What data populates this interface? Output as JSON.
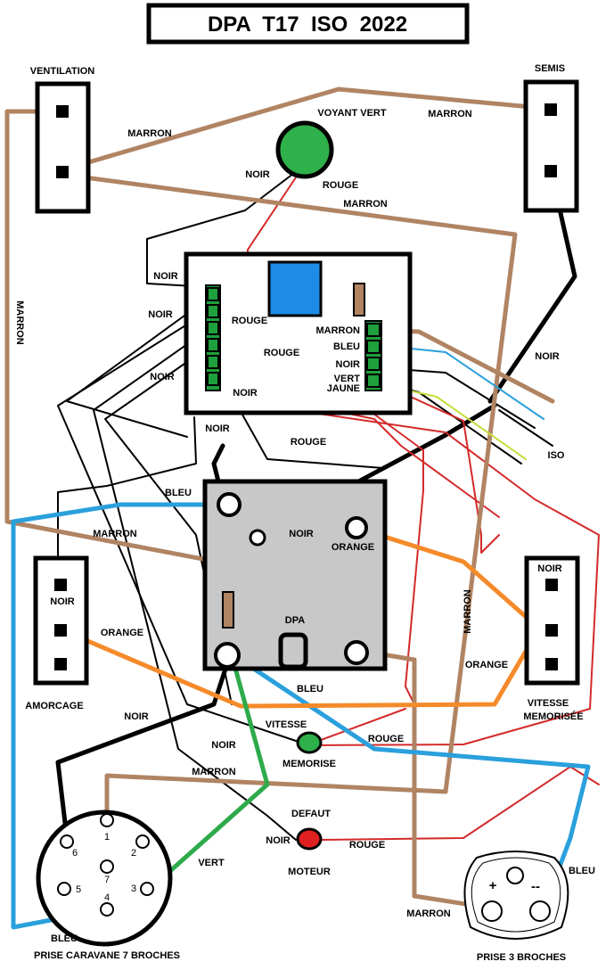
{
  "title": "DPA  T17  ISO  2022",
  "labels": {
    "ventilation": "VENTILATION",
    "semis": "SEMIS",
    "voyant_vert": "VOYANT VERT",
    "marron_top_left": "MARRON",
    "marron_top_right": "MARRON",
    "noir_voyant": "NOIR",
    "rouge_voyant": "ROUGE",
    "marron_voyant": "MARRON",
    "marron_left_vertical": "MARRON",
    "noir_relay_1": "NOIR",
    "noir_relay_2": "NOIR",
    "noir_relay_3": "NOIR",
    "rouge_relay_1": "ROUGE",
    "rouge_relay_2": "ROUGE",
    "noir_relay_4": "NOIR",
    "noir_relay_5": "NOIR",
    "rouge_relay_3": "ROUGE",
    "marron_conn": "MARRON",
    "bleu_conn": "BLEU",
    "noir_conn": "NOIR",
    "vert_conn": "VERT",
    "jaune_conn": "JAUNE",
    "noir_semis": "NOIR",
    "iso": "ISO",
    "bleu_dpa": "BLEU",
    "marron_dpa": "MARRON",
    "noir_dpa": "NOIR",
    "orange_dpa": "ORANGE",
    "noir_vitesse": "NOIR",
    "noir_amorcage": "NOIR",
    "orange_amorcage": "ORANGE",
    "dpa": "DPA",
    "marron_vertical_right": "MARRON",
    "orange_vitesse": "ORANGE",
    "bleu_dpa_bottom": "BLEU",
    "amorcage": "AMORCAGE",
    "vitesse_memorisee_1": "VITESSE",
    "vitesse_memorisee_2": "MEMORISÉE",
    "noir_bottom_1": "NOIR",
    "vitesse_led": "VITESSE",
    "noir_bottom_2": "NOIR",
    "rouge_vitesse_led": "ROUGE",
    "memorise_led": "MEMORISE",
    "marron_bottom": "MARRON",
    "defaut": "DEFAUT",
    "noir_defaut": "NOIR",
    "rouge_defaut": "ROUGE",
    "moteur": "MOTEUR",
    "vert_bottom": "VERT",
    "bleu_prise3": "BLEU",
    "marron_prise3": "MARRON",
    "bleu_bottom": "BLEU",
    "prise_caravane": "PRISE CARAVANE 7 BROCHES",
    "prise_3_broches": "PRISE 3 BROCHES",
    "plus": "+",
    "minus": "--",
    "pin_1": "1",
    "pin_2": "2",
    "pin_3": "3",
    "pin_4": "4",
    "pin_5": "5",
    "pin_6": "6",
    "pin_7": "7"
  },
  "colors": {
    "marron": "#b08463",
    "noir": "#000000",
    "rouge": "#d42a2a",
    "bleu": "#2aa0dc",
    "orange": "#f58a2a",
    "vert": "#2eaa4a",
    "jaune": "#c8dc3c",
    "led_green": "#2eb04a",
    "led_red": "#e02020",
    "dpa_grey": "#c8c8c8",
    "relay_blue": "#1e8ce6",
    "term_green": "#1ea03c"
  }
}
